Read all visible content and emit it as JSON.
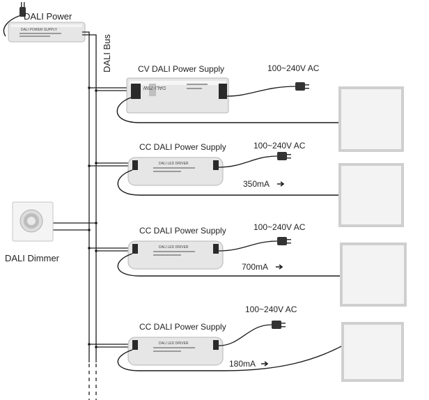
{
  "labels": {
    "dali_power": "DALI Power",
    "dali_bus": "DALI Bus",
    "dali_dimmer": "DALI Dimmer",
    "power_supply_print": "DALI POWER SUPPLY",
    "cv_model": "DALI-75W",
    "driver_print": "DALI LED DRIVER"
  },
  "supplies": [
    {
      "title": "CV DALI Power Supply",
      "ac": "100~240V AC",
      "current": ""
    },
    {
      "title": "CC DALI Power Supply",
      "ac": "100~240V AC",
      "current": "350mA"
    },
    {
      "title": "CC DALI Power Supply",
      "ac": "100~240V AC",
      "current": "700mA"
    },
    {
      "title": "CC DALI Power Supply",
      "ac": "100~240V AC",
      "current": "180mA"
    }
  ],
  "colors": {
    "wire": "#1a1a1a",
    "device_body": "#e6e6e6",
    "panel_frame": "#cfcfcf",
    "panel_face": "#f3f3f3",
    "terminal": "#2a2a2a"
  }
}
